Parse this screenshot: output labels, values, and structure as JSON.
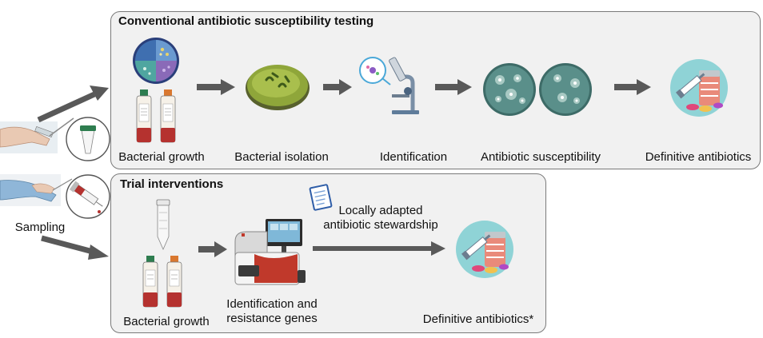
{
  "sampling_label": "Sampling",
  "conventional": {
    "title": "Conventional antibiotic susceptibility testing",
    "steps": [
      {
        "label": "Bacterial growth"
      },
      {
        "label": "Bacterial isolation"
      },
      {
        "label": "Identification"
      },
      {
        "label": "Antibiotic susceptibility"
      },
      {
        "label": "Definitive antibiotics"
      }
    ]
  },
  "trial": {
    "title": "Trial interventions",
    "growth_label": "Bacterial growth",
    "identification_label_lines": [
      "Identification and",
      "resistance genes"
    ],
    "stewardship_label_lines": [
      "Locally adapted",
      "antibiotic stewardship"
    ],
    "definitive_label": "Definitive antibiotics*"
  },
  "colors": {
    "panel_border": "#7a7a7a",
    "panel_fill": "#f1f1f1",
    "arrow": "#595959",
    "bottle_red": "#b5322f",
    "bottle_green": "#2e7d4f",
    "bottle_orange": "#d9782f",
    "plate_teal": "#5a8f8a",
    "teal_circle": "#8fd3d6"
  }
}
